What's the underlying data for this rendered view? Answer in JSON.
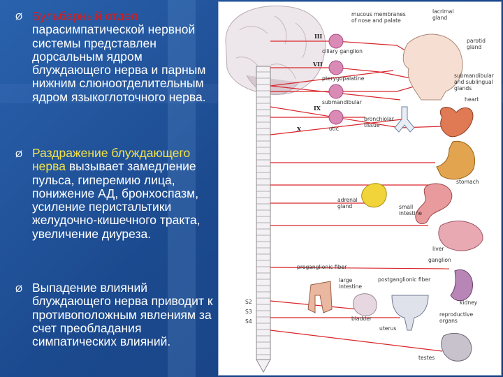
{
  "text": {
    "p1_red": "Бульбарный отдел",
    "p1_rest": "парасимпатической нервной системы представлен дорсальным ядром блуждающего нерва и парным нижним слюноотделительным ядром языкоглоточного нерва.",
    "p2_yellow": "Раздражение блуждающего нерва",
    "p2_rest": "вызывает замедление пульса, гиперемию лица, понижение АД, бронхоспазм, усиление перистальтики желудочно-кишечного тракта, увеличение диуреза.",
    "p3": "Выпадение влияний блуждающего нерва приводит к противоположным явлениям за счет преобладания симпатических влияний."
  },
  "bullet_glyph": "Ø",
  "figure": {
    "nerve_labels": {
      "n3": "III",
      "n7": "VII",
      "n9": "IX",
      "n10": "X"
    },
    "ganglia": {
      "ciliary": "ciliary ganglion",
      "pterygopalatine": "pterygopalatine",
      "submandibular": "submandibular",
      "otic": "otic"
    },
    "organs": {
      "mucous": "mucous membranes",
      "mucous2": "of nose and palate",
      "lacrimal": "lacrimal",
      "lacrimal2": "gland",
      "parotid": "parotid",
      "parotid2": "gland",
      "submand_glands": "submandibular",
      "submand_glands2": "and sublingual",
      "submand_glands3": "glands",
      "heart": "heart",
      "bronchiolar": "bronchiolar",
      "bronchiolar2": "tissue",
      "stomach": "stomach",
      "adrenal": "adrenal",
      "adrenal2": "gland",
      "small_int": "small",
      "small_int2": "intestine",
      "liver": "liver",
      "ganglion": "ganglion",
      "preganglionic": "preganglionic fiber",
      "postganglionic": "postganglionic fiber",
      "large_int": "large",
      "large_int2": "intestine",
      "kidney": "kidney",
      "bladder": "bladder",
      "uterus": "uterus",
      "repro": "reproductive",
      "repro2": "organs",
      "testes": "testes"
    },
    "sacral": {
      "s2": "S2",
      "s3": "S3",
      "s4": "S4"
    }
  },
  "colors": {
    "background": "#1e4f95",
    "red_text": "#d21f1f",
    "yellow_text": "#f2e24a",
    "nerve": "#d9262b",
    "ganglion": "#c9659d"
  }
}
